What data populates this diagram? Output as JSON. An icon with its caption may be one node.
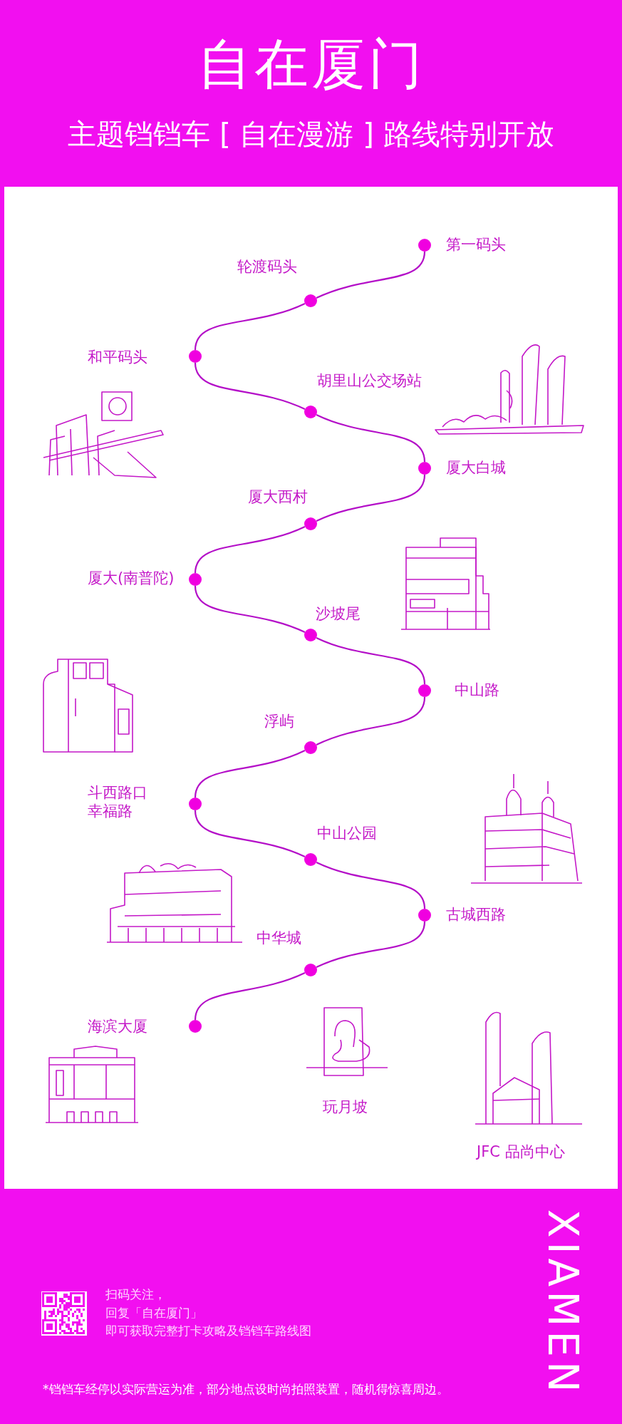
{
  "diagram": {
    "title": "自在厦门",
    "nodes": [
      {
        "text": [],
        "shape": "circle",
        "beside": [
          "第一码头"
        ]
      },
      {
        "text": [],
        "shape": "circle",
        "beside": [
          "轮渡码头"
        ]
      },
      {
        "text": [],
        "shape": "circle",
        "beside": [
          "和平码头"
        ]
      },
      {
        "text": [],
        "shape": "circle",
        "beside": [
          "胡里山公交场站"
        ]
      },
      {
        "text": [],
        "shape": "circle",
        "beside": [
          "厦大白城"
        ]
      },
      {
        "text": [],
        "shape": "circle",
        "beside": [
          "厦大西村"
        ]
      },
      {
        "text": [],
        "shape": "circle",
        "beside": [
          "厦大(南普陀)"
        ]
      },
      {
        "text": [],
        "shape": "circle",
        "beside": [
          "沙坡尾"
        ]
      },
      {
        "text": [],
        "shape": "circle",
        "beside": [
          "中山路"
        ]
      },
      {
        "text": [],
        "shape": "circle",
        "beside": [
          "浮屿"
        ]
      },
      {
        "text": [],
        "shape": "circle",
        "beside": [
          "斗西路口",
          "幸福路"
        ]
      },
      {
        "text": [],
        "shape": "circle",
        "beside": [
          "中山公园"
        ]
      },
      {
        "text": [],
        "shape": "circle",
        "beside": [
          "古城西路"
        ]
      },
      {
        "text": [],
        "shape": "circle",
        "beside": [
          "中华城"
        ]
      },
      {
        "text": [],
        "shape": "circle",
        "beside": [
          "海滨大厦"
        ]
      }
    ],
    "edges": [
      {
        "from": 0,
        "to": 1,
        "arrow": "none"
      },
      {
        "from": 1,
        "to": 2,
        "arrow": "none"
      },
      {
        "from": 2,
        "to": 3,
        "arrow": "none"
      },
      {
        "from": 3,
        "to": 4,
        "arrow": "none"
      },
      {
        "from": 4,
        "to": 5,
        "arrow": "none"
      },
      {
        "from": 5,
        "to": 6,
        "arrow": "none"
      },
      {
        "from": 6,
        "to": 7,
        "arrow": "none"
      },
      {
        "from": 7,
        "to": 8,
        "arrow": "none"
      },
      {
        "from": 8,
        "to": 9,
        "arrow": "none"
      },
      {
        "from": 9,
        "to": 10,
        "arrow": "none"
      },
      {
        "from": 10,
        "to": 11,
        "arrow": "none"
      },
      {
        "from": 11,
        "to": 12,
        "arrow": "none"
      },
      {
        "from": 12,
        "to": 13,
        "arrow": "none"
      },
      {
        "from": 13,
        "to": 14,
        "arrow": "none"
      }
    ],
    "labels": [
      "主题铛铛车 [ 自在漫游 ] 路线特别开放",
      "玩月坡",
      "JFC 品尚中心",
      "XIAMEN",
      "扫码关注，",
      "回复「自在厦门」",
      "即可获取完整打卡攻略及铛铛车路线图",
      "*铛铛车经停以实际营运为准，部分地点设时尚拍照装置，随机得惊喜周边。"
    ]
  }
}
